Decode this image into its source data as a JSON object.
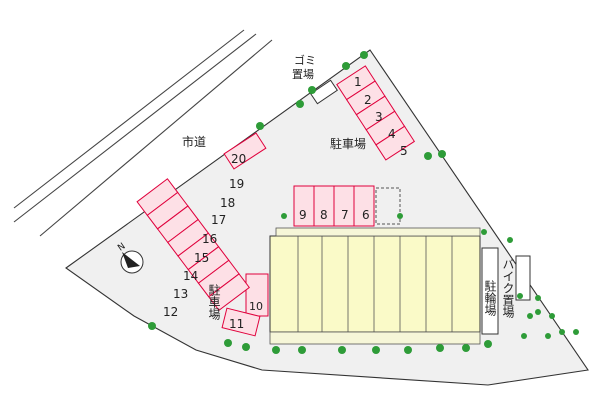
{
  "labels": {
    "city_road": "市道",
    "parking": "駐車場",
    "garbage_line1": "ゴミ",
    "garbage_line2": "置場",
    "bike_parking": "バイク置場",
    "bicycle_parking": "駐輪場",
    "parking_side": "駐車場",
    "north": "N"
  },
  "parking_spaces": {
    "s1": "1",
    "s2": "2",
    "s3": "3",
    "s4": "4",
    "s5": "5",
    "s6": "6",
    "s7": "7",
    "s8": "8",
    "s9": "9",
    "s10": "10",
    "s11": "11",
    "s12": "12",
    "s13": "13",
    "s14": "14",
    "s15": "15",
    "s16": "16",
    "s17": "17",
    "s18": "18",
    "s19": "19",
    "s20": "20"
  },
  "colors": {
    "parking_stroke": "#e0003c",
    "parking_fill": "#fde0e6",
    "building_fill": "#fafac8",
    "lot_fill": "#f0f0f0",
    "tree": "#2e9c38"
  }
}
